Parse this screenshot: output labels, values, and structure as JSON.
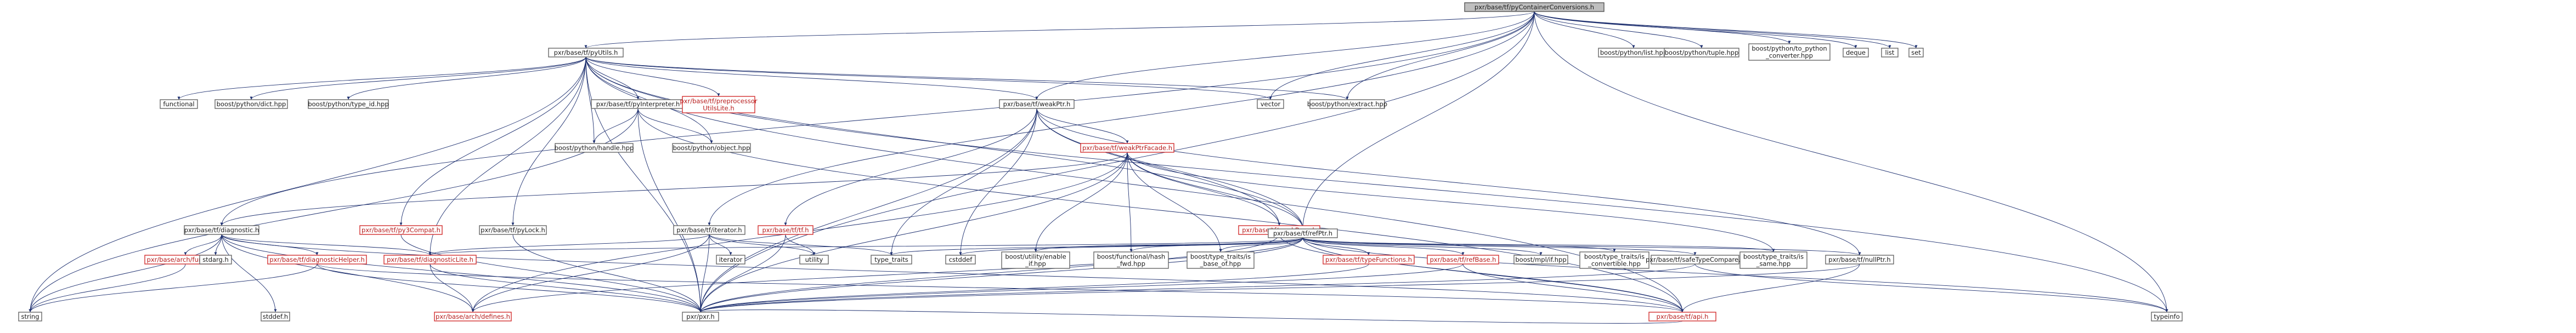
{
  "graph": {
    "root": "pxr/base/tf/pyContainerConversions.h",
    "nodes": [
      {
        "id": "root",
        "label": "pxr/base/tf/pyContainerConversions.h",
        "kind": "root"
      },
      {
        "id": "pyUtils",
        "label": "pxr/base/tf/pyUtils.h"
      },
      {
        "id": "list_hpp",
        "label": "boost/python/list.hpp"
      },
      {
        "id": "tuple_hpp",
        "label": "boost/python/tuple.hpp"
      },
      {
        "id": "to_python",
        "label": [
          "boost/python/to_python",
          "_converter.hpp"
        ]
      },
      {
        "id": "deque",
        "label": "deque"
      },
      {
        "id": "list",
        "label": "list"
      },
      {
        "id": "set",
        "label": "set"
      },
      {
        "id": "functional",
        "label": "functional"
      },
      {
        "id": "dict_hpp",
        "label": "boost/python/dict.hpp"
      },
      {
        "id": "type_id_hpp",
        "label": "boost/python/type_id.hpp"
      },
      {
        "id": "pyInterpreter",
        "label": "pxr/base/tf/pyInterpreter.h"
      },
      {
        "id": "preprocessorUtilsLite",
        "label": [
          "pxr/base/tf/preprocessor",
          "UtilsLite.h"
        ],
        "kind": "incomplete"
      },
      {
        "id": "weakPtr",
        "label": "pxr/base/tf/weakPtr.h"
      },
      {
        "id": "vector",
        "label": "vector"
      },
      {
        "id": "extract_hpp",
        "label": "boost/python/extract.hpp"
      },
      {
        "id": "handle_hpp",
        "label": "boost/python/handle.hpp"
      },
      {
        "id": "object_hpp",
        "label": "boost/python/object.hpp"
      },
      {
        "id": "weakPtrFacade",
        "label": "pxr/base/tf/weakPtrFacade.h",
        "kind": "incomplete"
      },
      {
        "id": "py3Compat",
        "label": "pxr/base/tf/py3Compat.h",
        "kind": "incomplete"
      },
      {
        "id": "pyLock",
        "label": "pxr/base/tf/pyLock.h"
      },
      {
        "id": "tf_h",
        "label": "pxr/base/tf/tf.h",
        "kind": "incomplete"
      },
      {
        "id": "weakBase",
        "label": "pxr/base/tf/weakBase.h",
        "kind": "incomplete"
      },
      {
        "id": "diagnostic",
        "label": "pxr/base/tf/diagnostic.h"
      },
      {
        "id": "iterator_h",
        "label": "pxr/base/tf/iterator.h"
      },
      {
        "id": "refPtr",
        "label": "pxr/base/tf/refPtr.h"
      },
      {
        "id": "archFunction",
        "label": "pxr/base/arch/function.h",
        "kind": "incomplete"
      },
      {
        "id": "stdarg",
        "label": "stdarg.h"
      },
      {
        "id": "diagnosticHelper",
        "label": "pxr/base/tf/diagnosticHelper.h",
        "kind": "incomplete"
      },
      {
        "id": "diagnosticLite",
        "label": "pxr/base/tf/diagnosticLite.h",
        "kind": "incomplete"
      },
      {
        "id": "iterator",
        "label": "iterator"
      },
      {
        "id": "utility",
        "label": "utility"
      },
      {
        "id": "type_traits",
        "label": "type_traits"
      },
      {
        "id": "cstddef",
        "label": "cstddef"
      },
      {
        "id": "enable_if",
        "label": [
          "boost/utility/enable",
          "_if.hpp"
        ]
      },
      {
        "id": "hash_fwd",
        "label": [
          "boost/functional/hash",
          "_fwd.hpp"
        ]
      },
      {
        "id": "is_base_of",
        "label": [
          "boost/type_traits/is",
          "_base_of.hpp"
        ]
      },
      {
        "id": "typeFunctions",
        "label": "pxr/base/tf/typeFunctions.h",
        "kind": "incomplete"
      },
      {
        "id": "refBase",
        "label": "pxr/base/tf/refBase.h",
        "kind": "incomplete"
      },
      {
        "id": "mpl_if",
        "label": "boost/mpl/if.hpp"
      },
      {
        "id": "is_convertible",
        "label": [
          "boost/type_traits/is",
          "_convertible.hpp"
        ]
      },
      {
        "id": "safeTypeCompare",
        "label": "pxr/base/tf/safeTypeCompare.h"
      },
      {
        "id": "is_same",
        "label": [
          "boost/type_traits/is",
          "_same.hpp"
        ]
      },
      {
        "id": "nullPtr",
        "label": "pxr/base/tf/nullPtr.h"
      },
      {
        "id": "string",
        "label": "string"
      },
      {
        "id": "stddef",
        "label": "stddef.h"
      },
      {
        "id": "archDefines",
        "label": "pxr/base/arch/defines.h",
        "kind": "incomplete"
      },
      {
        "id": "pxr_h",
        "label": "pxr/pxr.h"
      },
      {
        "id": "api_h",
        "label": "pxr/base/tf/api.h",
        "kind": "incomplete"
      },
      {
        "id": "typeinfo",
        "label": "typeinfo"
      }
    ],
    "edges": [
      [
        "root",
        "pyUtils"
      ],
      [
        "root",
        "list_hpp"
      ],
      [
        "root",
        "tuple_hpp"
      ],
      [
        "root",
        "to_python"
      ],
      [
        "root",
        "deque"
      ],
      [
        "root",
        "list"
      ],
      [
        "root",
        "set"
      ],
      [
        "root",
        "vector"
      ],
      [
        "root",
        "extract_hpp"
      ],
      [
        "root",
        "weakPtr"
      ],
      [
        "root",
        "refPtr"
      ],
      [
        "root",
        "iterator_h"
      ],
      [
        "root",
        "diagnostic"
      ],
      [
        "root",
        "pxr_h"
      ],
      [
        "root",
        "typeinfo"
      ],
      [
        "pyUtils",
        "functional"
      ],
      [
        "pyUtils",
        "dict_hpp"
      ],
      [
        "pyUtils",
        "type_id_hpp"
      ],
      [
        "pyUtils",
        "pyInterpreter"
      ],
      [
        "pyUtils",
        "preprocessorUtilsLite"
      ],
      [
        "pyUtils",
        "weakPtr"
      ],
      [
        "pyUtils",
        "vector"
      ],
      [
        "pyUtils",
        "extract_hpp"
      ],
      [
        "pyUtils",
        "handle_hpp"
      ],
      [
        "pyUtils",
        "object_hpp"
      ],
      [
        "pyUtils",
        "py3Compat"
      ],
      [
        "pyUtils",
        "pyLock"
      ],
      [
        "pyUtils",
        "string"
      ],
      [
        "pyUtils",
        "diagnosticLite"
      ],
      [
        "pyUtils",
        "refPtr"
      ],
      [
        "pyUtils",
        "pxr_h"
      ],
      [
        "pyUtils",
        "api_h"
      ],
      [
        "pyUtils",
        "typeinfo"
      ],
      [
        "pyInterpreter",
        "handle_hpp"
      ],
      [
        "pyInterpreter",
        "object_hpp"
      ],
      [
        "pyInterpreter",
        "string"
      ],
      [
        "pyInterpreter",
        "pxr_h"
      ],
      [
        "pyInterpreter",
        "api_h"
      ],
      [
        "weakPtr",
        "weakPtrFacade"
      ],
      [
        "weakPtr",
        "tf_h"
      ],
      [
        "weakPtr",
        "weakBase"
      ],
      [
        "weakPtr",
        "refPtr"
      ],
      [
        "weakPtr",
        "nullPtr"
      ],
      [
        "weakPtr",
        "type_traits"
      ],
      [
        "weakPtr",
        "cstddef"
      ],
      [
        "weakPtr",
        "pxr_h"
      ],
      [
        "weakPtrFacade",
        "weakBase"
      ],
      [
        "weakPtrFacade",
        "refPtr"
      ],
      [
        "weakPtrFacade",
        "diagnostic"
      ],
      [
        "weakPtrFacade",
        "enable_if"
      ],
      [
        "weakPtrFacade",
        "hash_fwd"
      ],
      [
        "weakPtrFacade",
        "is_base_of"
      ],
      [
        "weakPtrFacade",
        "is_same"
      ],
      [
        "weakPtrFacade",
        "archDefines"
      ],
      [
        "weakPtrFacade",
        "pxr_h"
      ],
      [
        "weakBase",
        "refPtr"
      ],
      [
        "weakBase",
        "pxr_h"
      ],
      [
        "weakBase",
        "api_h"
      ],
      [
        "py3Compat",
        "pxr_h"
      ],
      [
        "pyLock",
        "pxr_h"
      ],
      [
        "tf_h",
        "utility"
      ],
      [
        "tf_h",
        "pxr_h"
      ],
      [
        "diagnostic",
        "archFunction"
      ],
      [
        "diagnostic",
        "stdarg"
      ],
      [
        "diagnostic",
        "diagnosticHelper"
      ],
      [
        "diagnostic",
        "diagnosticLite"
      ],
      [
        "diagnostic",
        "string"
      ],
      [
        "diagnostic",
        "stddef"
      ],
      [
        "diagnostic",
        "archDefines"
      ],
      [
        "diagnostic",
        "pxr_h"
      ],
      [
        "diagnostic",
        "api_h"
      ],
      [
        "archFunction",
        "string"
      ],
      [
        "diagnosticHelper",
        "string"
      ],
      [
        "diagnosticHelper",
        "api_h"
      ],
      [
        "diagnosticHelper",
        "pxr_h"
      ],
      [
        "diagnosticLite",
        "archDefines"
      ],
      [
        "diagnosticLite",
        "pxr_h"
      ],
      [
        "iterator_h",
        "iterator"
      ],
      [
        "iterator_h",
        "utility"
      ],
      [
        "iterator_h",
        "type_traits"
      ],
      [
        "iterator_h",
        "diagnosticLite"
      ],
      [
        "iterator_h",
        "archDefines"
      ],
      [
        "iterator_h",
        "pxr_h"
      ],
      [
        "refPtr",
        "diagnosticLite"
      ],
      [
        "refPtr",
        "type_traits"
      ],
      [
        "refPtr",
        "cstddef"
      ],
      [
        "refPtr",
        "enable_if"
      ],
      [
        "refPtr",
        "hash_fwd"
      ],
      [
        "refPtr",
        "is_base_of"
      ],
      [
        "refPtr",
        "typeFunctions"
      ],
      [
        "refPtr",
        "refBase"
      ],
      [
        "refPtr",
        "mpl_if"
      ],
      [
        "refPtr",
        "is_convertible"
      ],
      [
        "refPtr",
        "safeTypeCompare"
      ],
      [
        "refPtr",
        "is_same"
      ],
      [
        "refPtr",
        "nullPtr"
      ],
      [
        "refPtr",
        "typeinfo"
      ],
      [
        "refPtr",
        "api_h"
      ],
      [
        "refPtr",
        "archDefines"
      ],
      [
        "refPtr",
        "pxr_h"
      ],
      [
        "typeFunctions",
        "pxr_h"
      ],
      [
        "refBase",
        "api_h"
      ],
      [
        "refBase",
        "pxr_h"
      ],
      [
        "safeTypeCompare",
        "typeinfo"
      ],
      [
        "safeTypeCompare",
        "pxr_h"
      ],
      [
        "nullPtr",
        "api_h"
      ],
      [
        "nullPtr",
        "pxr_h"
      ],
      [
        "api_h",
        "pxr_h"
      ]
    ]
  }
}
